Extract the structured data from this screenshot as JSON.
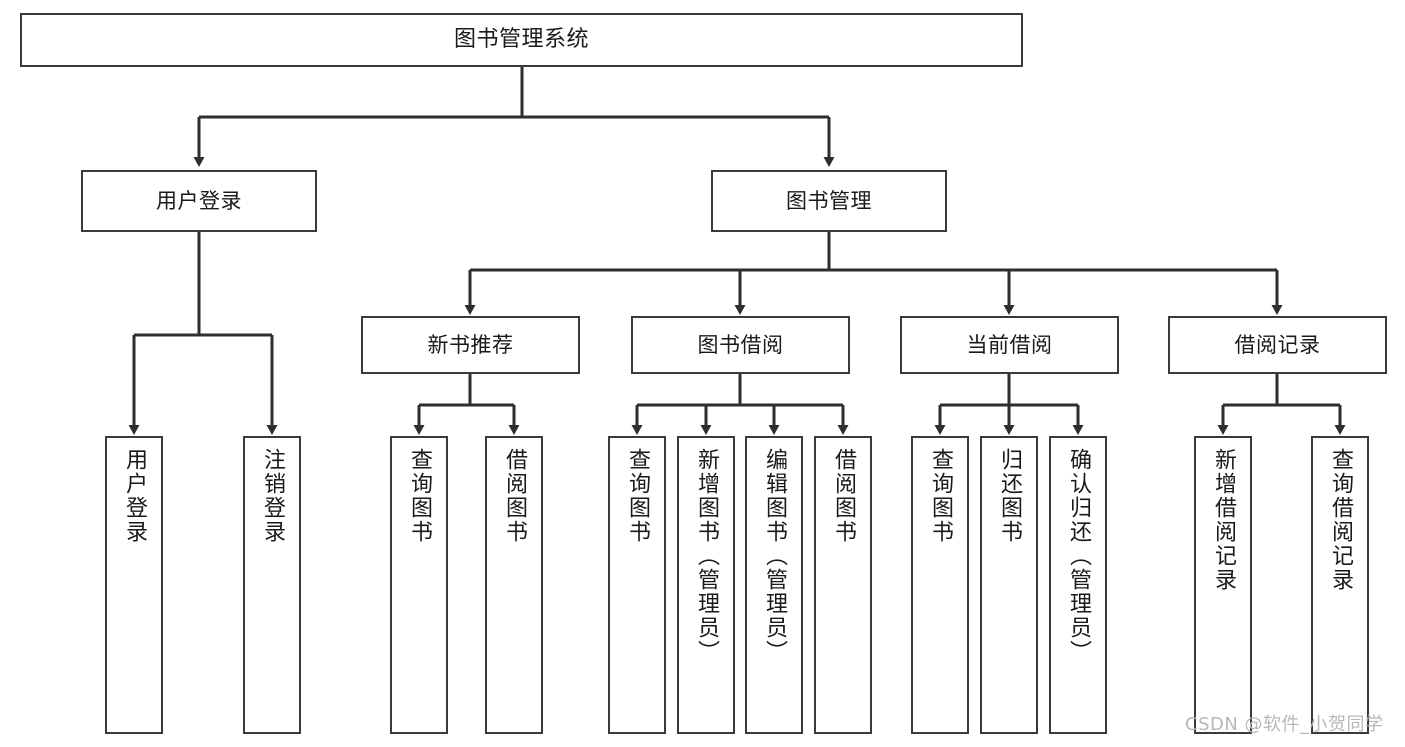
{
  "diagram": {
    "type": "tree",
    "title": "图书管理系统",
    "watermark": "CSDN @软件_小贺同学",
    "colors": {
      "border": "#3a3a3a",
      "background": "#ffffff",
      "text": "#1a1a1a",
      "watermark": "#b8b8b8"
    },
    "nodes": {
      "root": {
        "label": "图书管理系统"
      },
      "level2": [
        {
          "id": "user-login",
          "label": "用户登录"
        },
        {
          "id": "book-manage",
          "label": "图书管理"
        }
      ],
      "level3": [
        {
          "id": "new-book-recommend",
          "label": "新书推荐"
        },
        {
          "id": "book-borrow",
          "label": "图书借阅"
        },
        {
          "id": "current-borrow",
          "label": "当前借阅"
        },
        {
          "id": "borrow-record",
          "label": "借阅记录"
        }
      ],
      "leaves": [
        {
          "id": "leaf-user-login",
          "label": "用户登录",
          "parent": "user-login"
        },
        {
          "id": "leaf-logout-login",
          "label": "注销登录",
          "parent": "user-login"
        },
        {
          "id": "leaf-query-book-1",
          "label": "查询图书",
          "parent": "new-book-recommend"
        },
        {
          "id": "leaf-borrow-book-1",
          "label": "借阅图书",
          "parent": "new-book-recommend"
        },
        {
          "id": "leaf-query-book-2",
          "label": "查询图书",
          "parent": "book-borrow"
        },
        {
          "id": "leaf-add-book",
          "label": "新增图书（管理员）",
          "parent": "book-borrow"
        },
        {
          "id": "leaf-edit-book",
          "label": "编辑图书（管理员）",
          "parent": "book-borrow"
        },
        {
          "id": "leaf-borrow-book-2",
          "label": "借阅图书",
          "parent": "book-borrow"
        },
        {
          "id": "leaf-query-book-3",
          "label": "查询图书",
          "parent": "current-borrow"
        },
        {
          "id": "leaf-return-book",
          "label": "归还图书",
          "parent": "current-borrow"
        },
        {
          "id": "leaf-confirm-return",
          "label": "确认归还（管理员）",
          "parent": "current-borrow"
        },
        {
          "id": "leaf-add-record",
          "label": "新增借阅记录",
          "parent": "borrow-record"
        },
        {
          "id": "leaf-query-record",
          "label": "查询借阅记录",
          "parent": "borrow-record"
        }
      ]
    }
  }
}
